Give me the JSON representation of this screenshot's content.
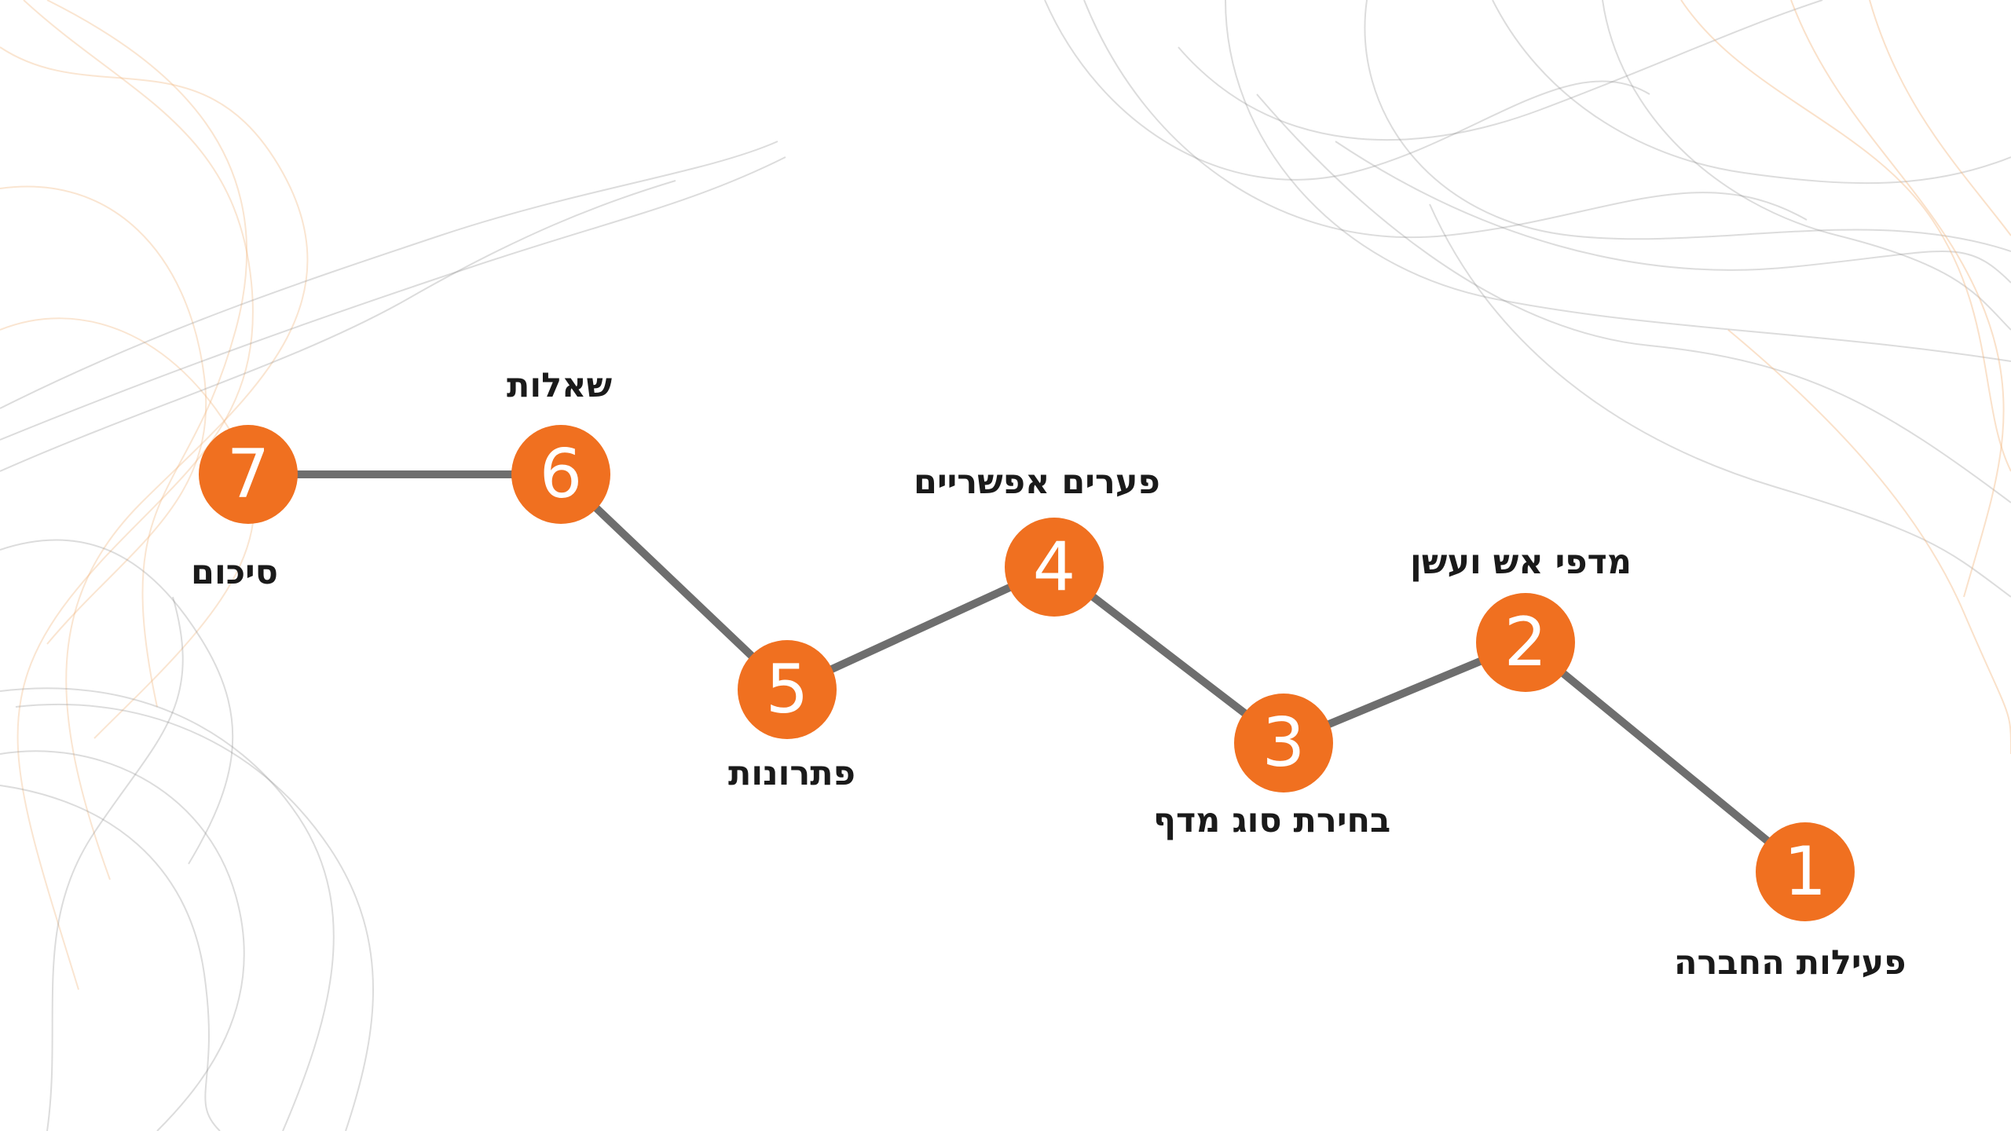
{
  "colors": {
    "accent": "#f07020",
    "connector": "#6e6e6e",
    "label_text": "#1a1a1a",
    "smoke_gray": "#8c8c8c",
    "smoke_orange": "#f2b47a"
  },
  "steps": [
    {
      "number": "1",
      "label": "פעילות החברה"
    },
    {
      "number": "2",
      "label": "מדפי אש ועשן"
    },
    {
      "number": "3",
      "label": "בחירת סוג מדף"
    },
    {
      "number": "4",
      "label": "פערים אפשריים"
    },
    {
      "number": "5",
      "label": "פתרונות"
    },
    {
      "number": "6",
      "label": "שאלות"
    },
    {
      "number": "7",
      "label": "סיכום"
    }
  ]
}
